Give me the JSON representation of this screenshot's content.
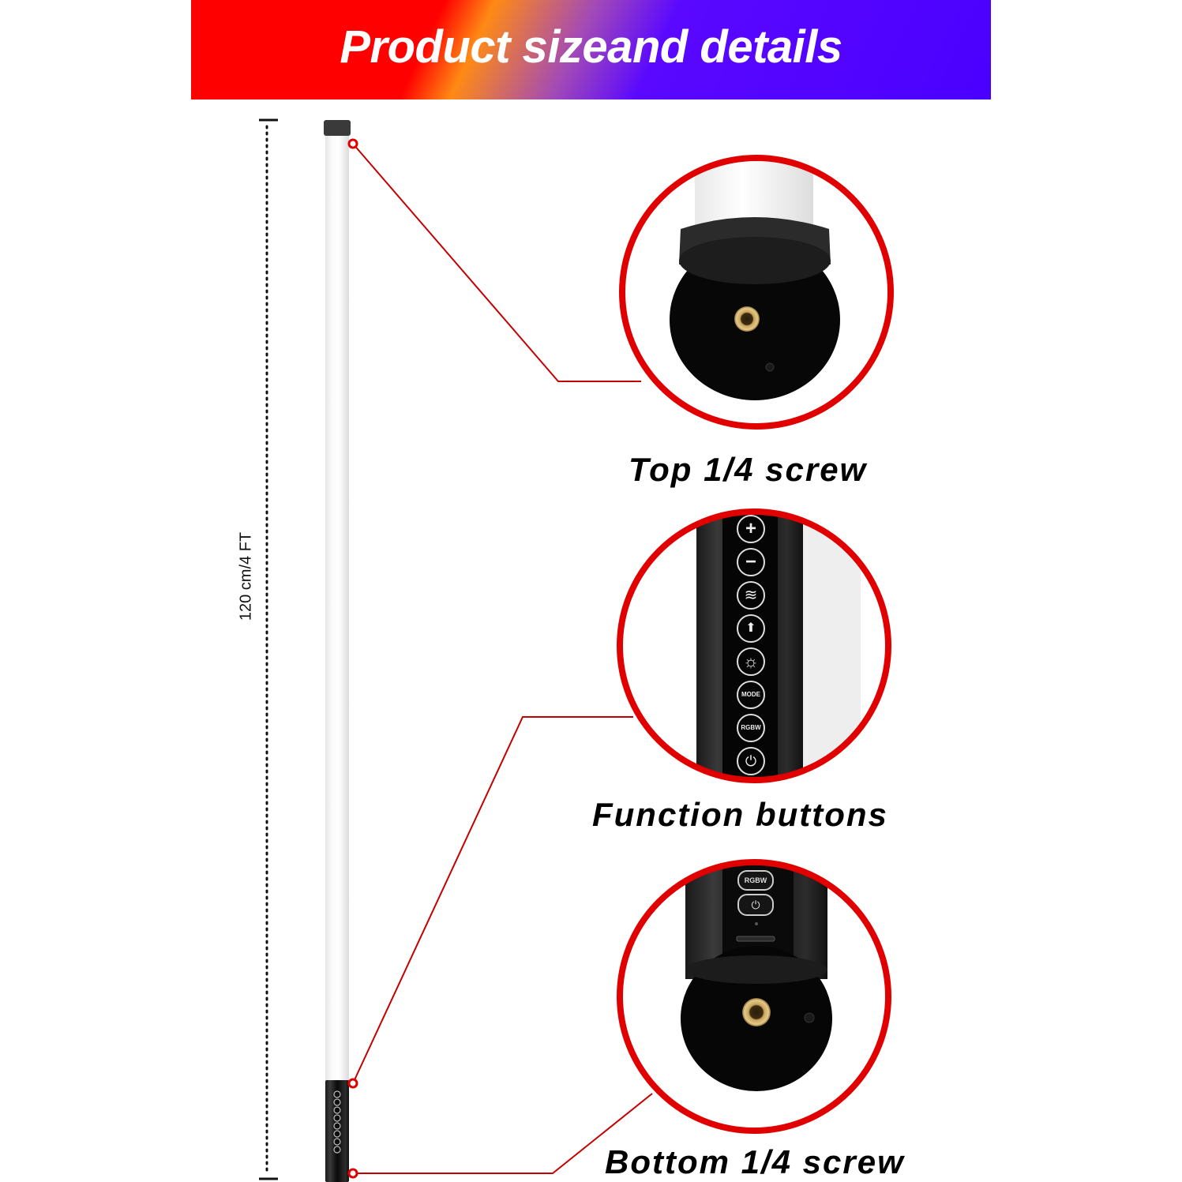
{
  "banner": {
    "title": "Product sizeand details",
    "colors": {
      "left": "#ff0000",
      "middle": "#ff8a14",
      "right": "#4a00ff"
    }
  },
  "dimension": {
    "label": "120 cm/4 FT"
  },
  "callouts": [
    {
      "id": "top",
      "label": "Top 1/4 screw"
    },
    {
      "id": "function",
      "label": "Function buttons"
    },
    {
      "id": "bottom",
      "label": "Bottom 1/4 screw"
    }
  ],
  "function_buttons": [
    {
      "icon": "plus-icon",
      "text": "+"
    },
    {
      "icon": "minus-icon",
      "text": "−"
    },
    {
      "icon": "wave-icon",
      "text": "≋"
    },
    {
      "icon": "arrow-up-icon",
      "text": "⬆"
    },
    {
      "icon": "brightness-icon",
      "text": "☼"
    },
    {
      "icon": "mode-icon",
      "text": "MODE"
    },
    {
      "icon": "rgbw-icon",
      "text": "RGBW"
    },
    {
      "icon": "power-icon",
      "text": "⏻"
    }
  ],
  "bottom_zoom_buttons": [
    {
      "icon": "rgbw-icon",
      "text": "RGBW"
    },
    {
      "icon": "power-icon",
      "text": "⏻"
    }
  ],
  "accent_color": "#e60000"
}
